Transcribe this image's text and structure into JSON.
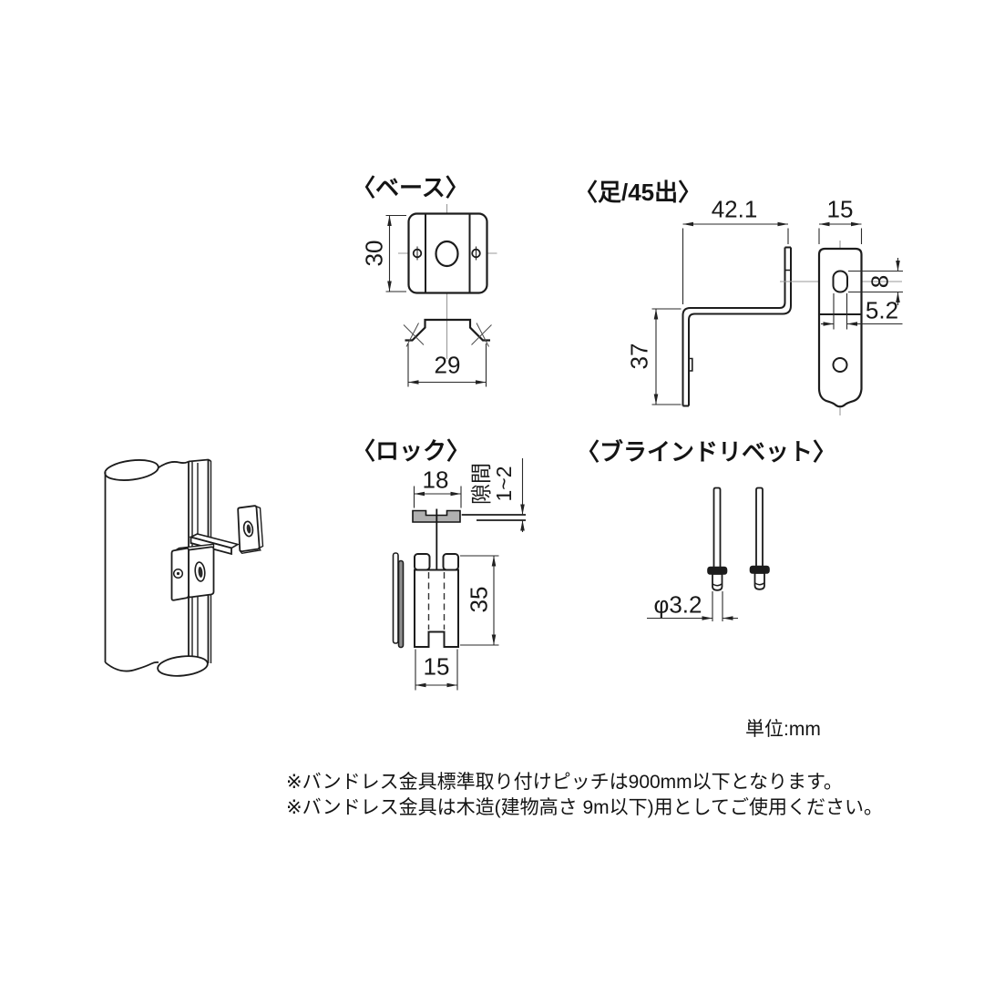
{
  "drawing": {
    "unit_label": "単位:mm",
    "notes": {
      "line1": "※バンドレス金具標準取り付けピッチは900mm以下となります。",
      "line2": "※バンドレス金具は木造(建物高さ 9m以下)用としてご使用ください。"
    },
    "base": {
      "title": "〈ベース〉",
      "height": "30",
      "width": "29"
    },
    "foot": {
      "title": "〈足/45出〉",
      "depth": "42.1",
      "width": "15",
      "height": "37",
      "slot_height": "8",
      "slot_width": "5.2"
    },
    "lock": {
      "title": "〈ロック〉",
      "top_width": "18",
      "gap_label": "隙間",
      "gap_range": "1~2",
      "height": "35",
      "width": "15"
    },
    "rivet": {
      "title": "〈ブラインドリベット〉",
      "diameter": "φ3.2"
    },
    "colors": {
      "line": "#1c1c1c",
      "centerline": "#9a9a9a",
      "gray_fill": "#b0b0b0"
    }
  }
}
